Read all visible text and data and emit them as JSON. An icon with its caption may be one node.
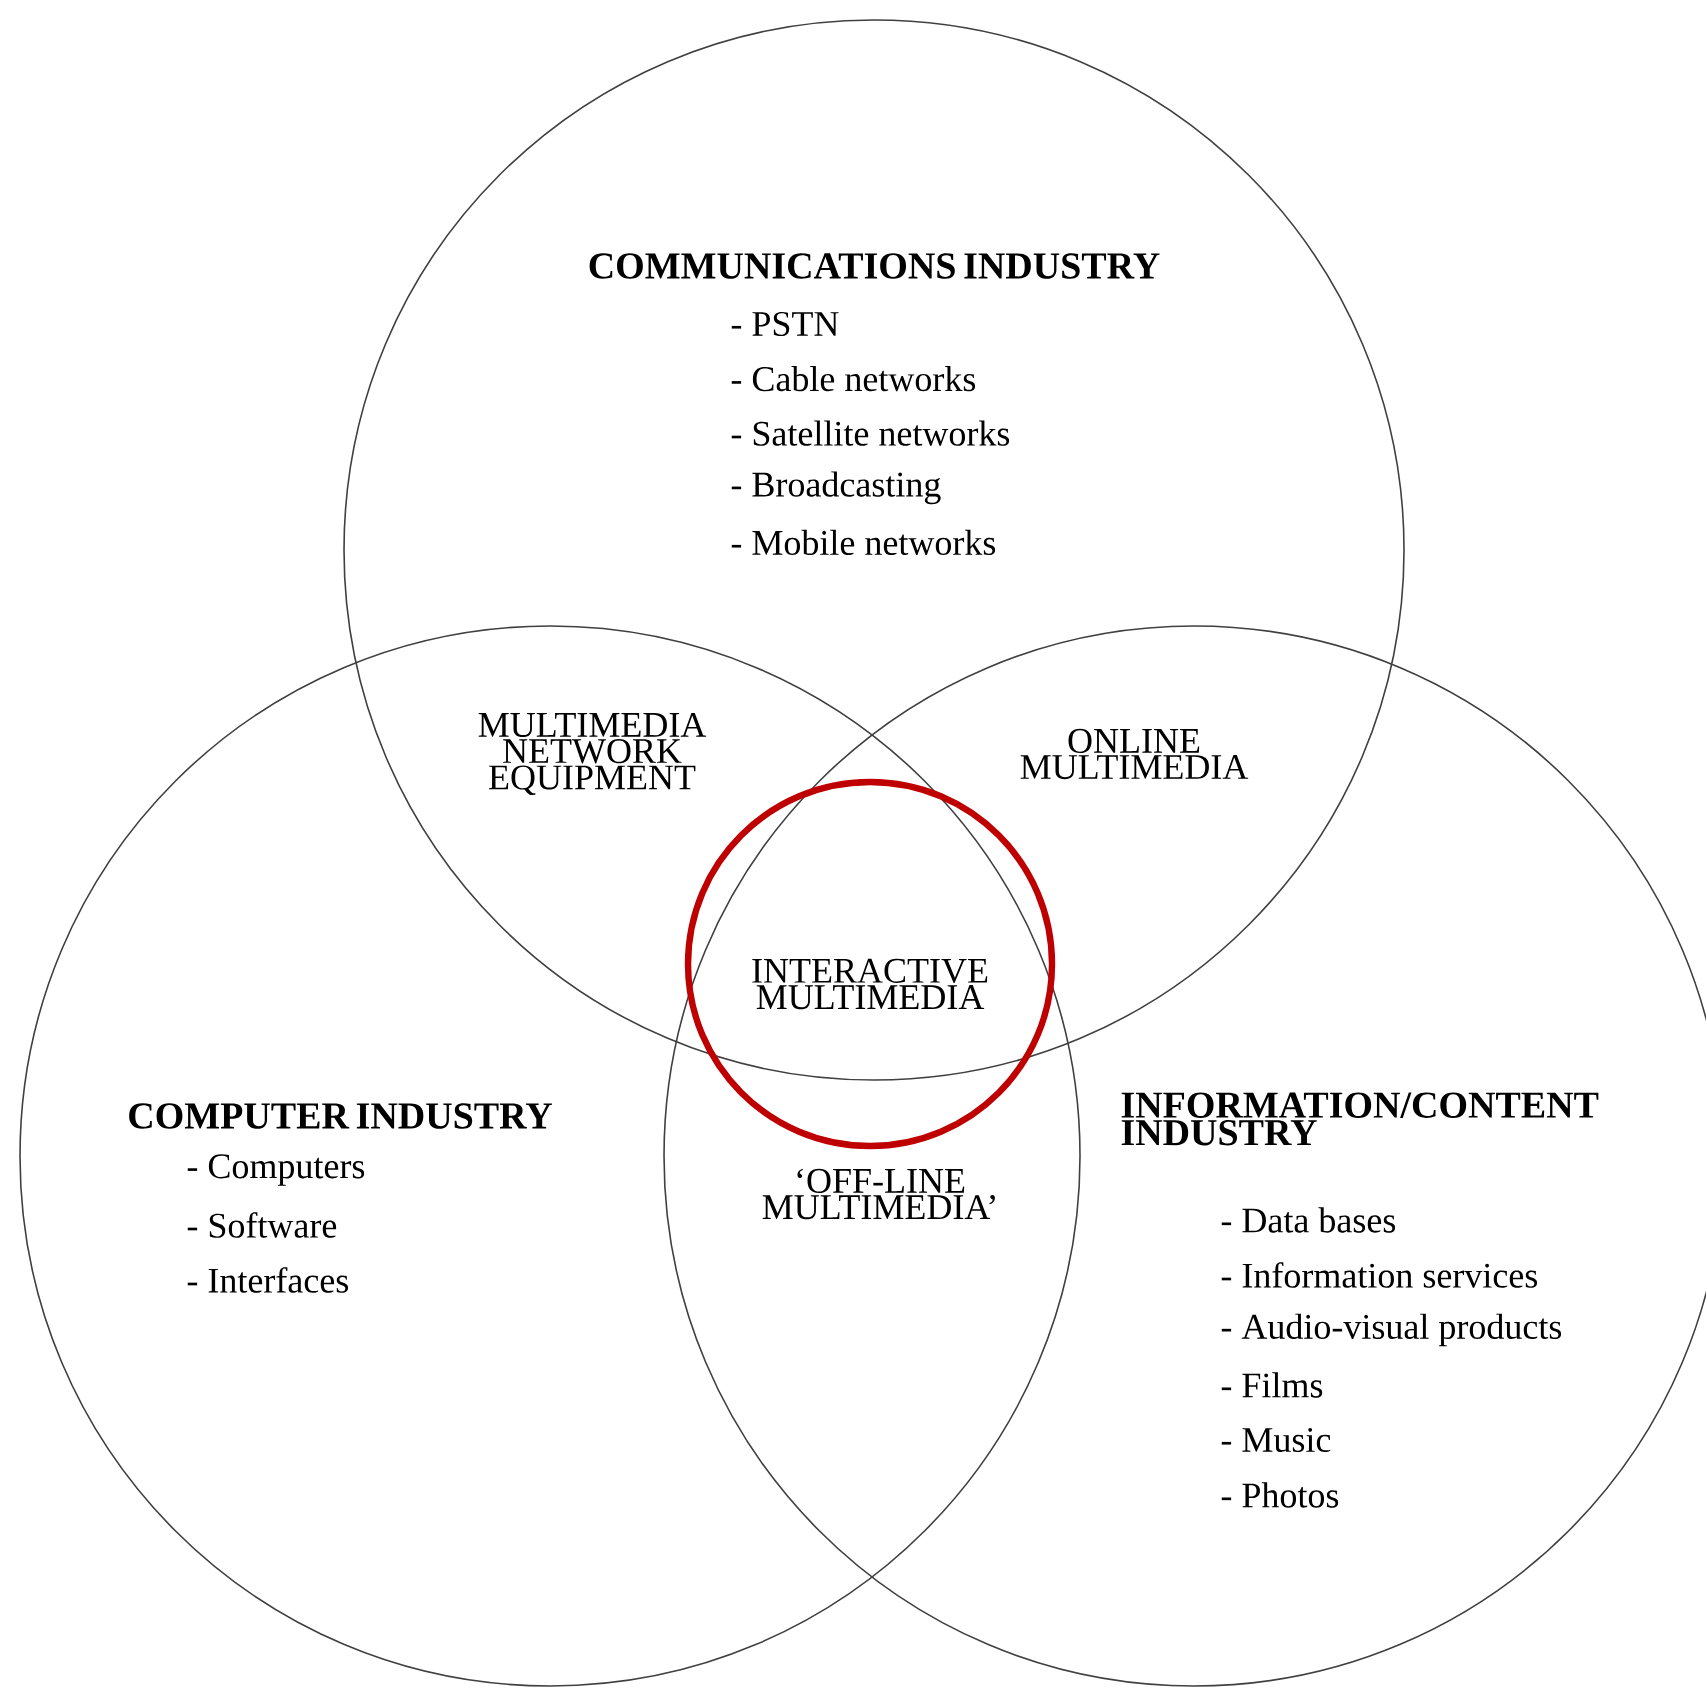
{
  "diagram": {
    "nodes": [
      {
        "text": [
          "COMMUNICATIONS INDUSTRY",
          "- PSTN",
          "- Cable networks",
          "- Satellite networks",
          "- Broadcasting",
          "- Mobile networks"
        ]
      },
      {
        "text": [
          "COMPUTER INDUSTRY",
          "- Computers",
          "- Software",
          "- Interfaces"
        ]
      },
      {
        "text": [
          "INFORMATION/CONTENT INDUSTRY",
          "- Data bases",
          "- Information services",
          "- Audio-visual products",
          "- Films",
          "- Music",
          "- Photos"
        ]
      },
      {
        "text": [
          "INTERACTIVE MULTIMEDIA"
        ]
      }
    ],
    "labels": [
      "MULTIMEDIA NETWORK EQUIPMENT",
      "ONLINE MULTIMEDIA",
      "‘OFF-LINE MULTIMEDIA’"
    ]
  }
}
